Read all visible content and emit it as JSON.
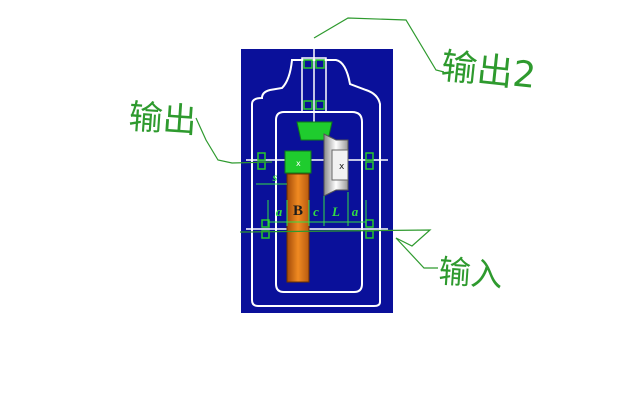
{
  "annotations": {
    "output_1": "输出",
    "output_2": "输出2",
    "input": "输入"
  },
  "labels": {
    "s": "s",
    "a_left": "a",
    "b": "B",
    "c": "c",
    "l": "L",
    "a_right": "a"
  },
  "colors": {
    "panel": "#0a109a",
    "housing": "#ffffff",
    "bearing": "#27c92b",
    "spur_gear": "#e07a18",
    "bevel_pinion": "#1fcc2e",
    "bevel_gear": "#e8e8e8",
    "dimension": "#33dd44",
    "annotation_ink": "#2e9a2e",
    "annotation_ink_alt": "#2e6aa0",
    "label_text": "#1c1c1c"
  }
}
